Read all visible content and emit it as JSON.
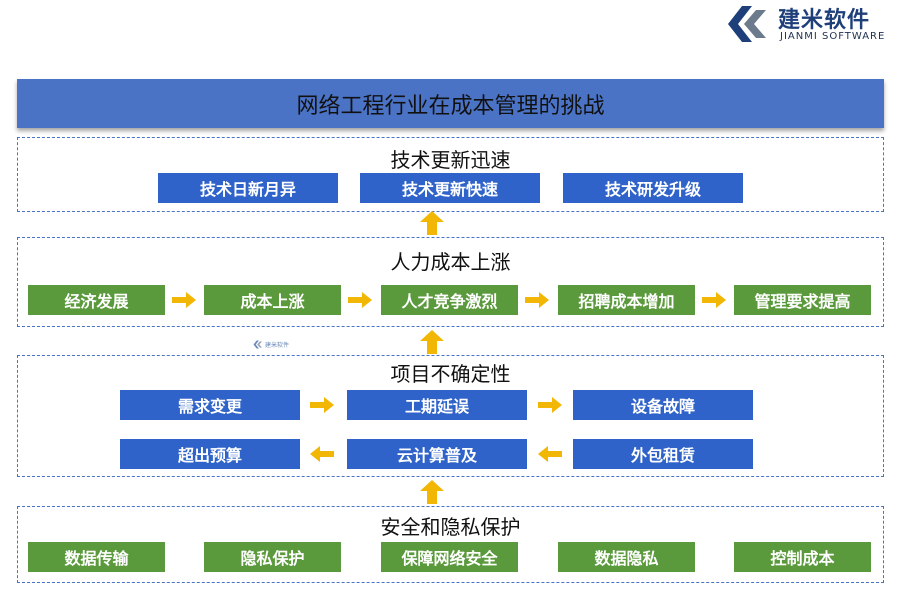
{
  "logo": {
    "name_cn": "建米软件",
    "name_en": "JIANMI SOFTWARE"
  },
  "title": "网络工程行业在成本管理的挑战",
  "watermark": "建米软件",
  "colors": {
    "title_bar": "#4a73c6",
    "blue_box": "#2f63c9",
    "green_box": "#5b9a3c",
    "arrow": "#f2b705",
    "border": "#4a73c6"
  },
  "sections": [
    {
      "title": "技术更新迅速",
      "items": [
        "技术日新月异",
        "技术更新快速",
        "技术研发升级"
      ]
    },
    {
      "title": "人力成本上涨",
      "items": [
        "经济发展",
        "成本上涨",
        "人才竞争激烈",
        "招聘成本增加",
        "管理要求提高"
      ]
    },
    {
      "title": "项目不确定性",
      "row1": [
        "需求变更",
        "工期延误",
        "设备故障"
      ],
      "row2": [
        "超出预算",
        "云计算普及",
        "外包租赁"
      ]
    },
    {
      "title": "安全和隐私保护",
      "items": [
        "数据传输",
        "隐私保护",
        "保障网络安全",
        "数据隐私",
        "控制成本"
      ]
    }
  ]
}
